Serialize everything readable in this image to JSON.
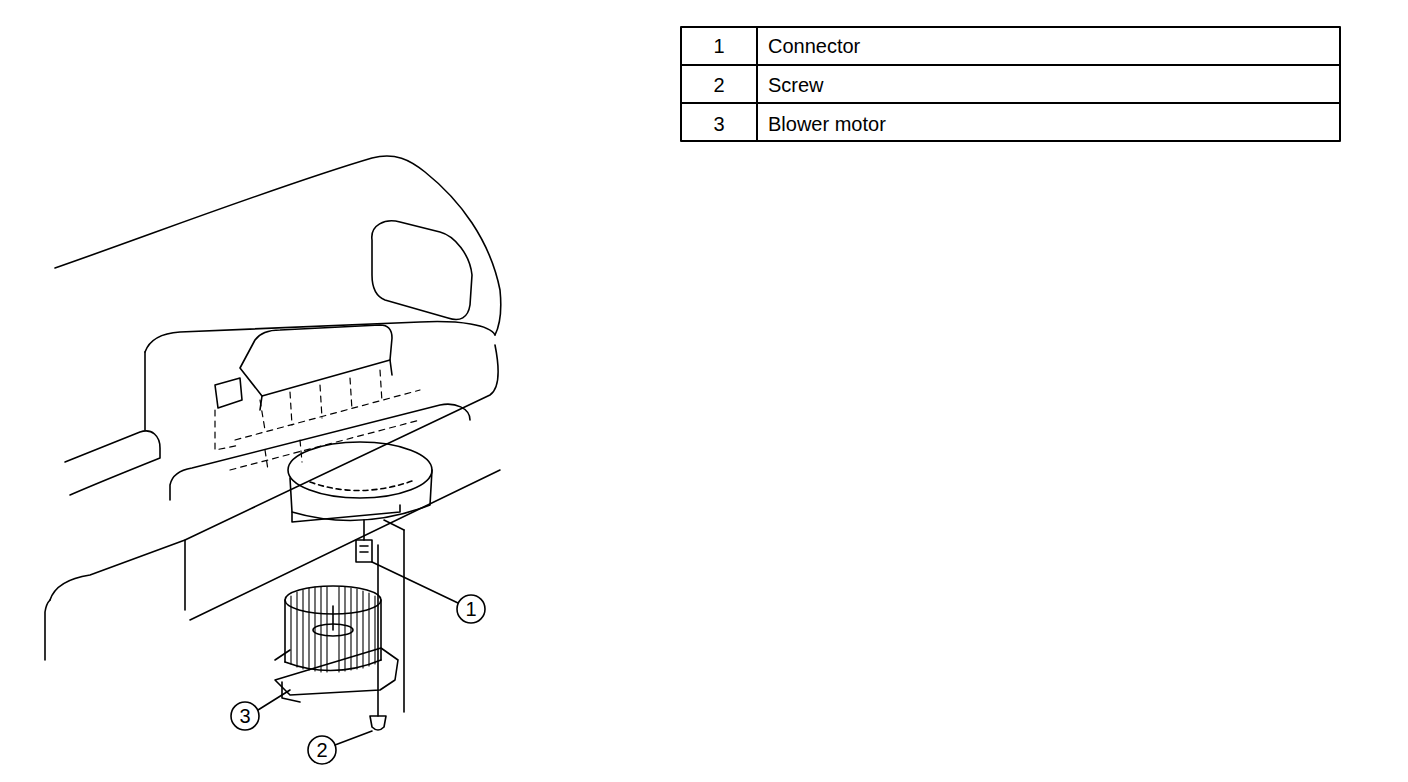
{
  "diagram": {
    "labels": [
      "1",
      "Connector",
      "2",
      "Screw",
      "3",
      "Blower motor",
      "1",
      "3",
      "2"
    ]
  }
}
